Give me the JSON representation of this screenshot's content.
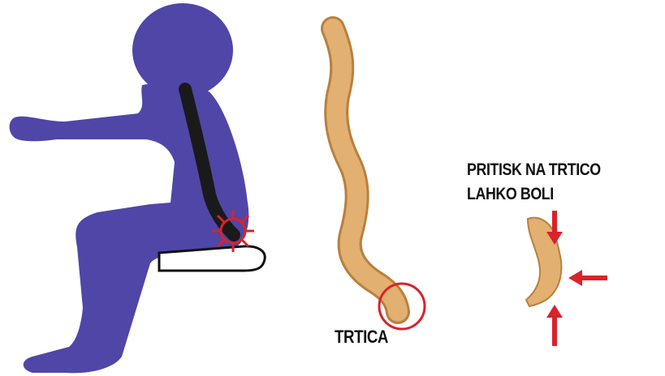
{
  "labels": {
    "coccyx": "TRTICA",
    "pressure_line1": "PRITISK NA TRTICO",
    "pressure_line2": "LAHKO BOLI"
  },
  "colors": {
    "body": "#4f46a8",
    "spine_dark": "#1a1a1a",
    "bone": "#e2b071",
    "bone_shadow": "#b9803e",
    "highlight": "#d9232a",
    "cushion_outline": "#111111"
  },
  "icons": {
    "pressure_arrows": "arrow-icon",
    "pain_burst": "starburst-icon"
  }
}
